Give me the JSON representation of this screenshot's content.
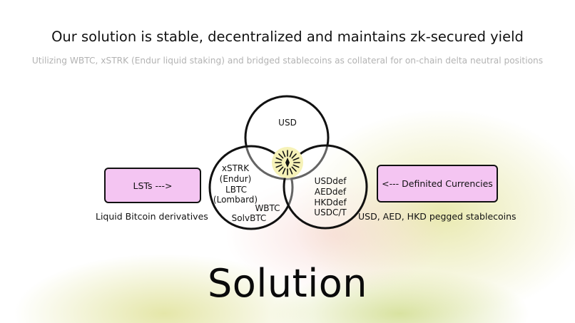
{
  "headline": "Our solution is stable, decentralized and maintains zk-secured yield",
  "subheadline": "Utilizing WBTC, xSTRK (Endur liquid staking) and bridged stablecoins as collateral for on-chain delta neutral positions",
  "left_box": {
    "label": "LSTs --->",
    "caption": "Liquid Bitcoin derivatives"
  },
  "right_box": {
    "label": "<--- Definited Currencies",
    "caption": "USD, AED, HKD pegged stablecoins"
  },
  "venn": {
    "top": "USD",
    "left": [
      "xSTRK",
      "(Endur)",
      "LBTC",
      "(Lombard)",
      "WBTC",
      "SolvBTC"
    ],
    "right": [
      "USDdef",
      "AEDdef",
      "HKDdef",
      "USDC/T"
    ],
    "center_icon": "sunburst-logo-icon",
    "center_color": "#f6f2b8"
  },
  "footer_title": "Solution",
  "colors": {
    "box_fill": "#f4c5f2",
    "subtext": "#b3b3b3",
    "stroke": "#111111"
  }
}
